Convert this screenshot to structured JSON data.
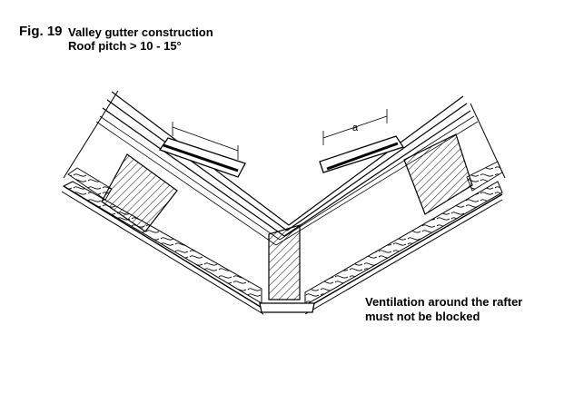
{
  "figure": {
    "number": "Fig. 19",
    "title": "Valley gutter construction",
    "subtitle": "Roof pitch > 10 - 15°"
  },
  "dimension_label": "a",
  "note": {
    "line1": "Ventilation around the rafter",
    "line2": "must not be blocked"
  }
}
